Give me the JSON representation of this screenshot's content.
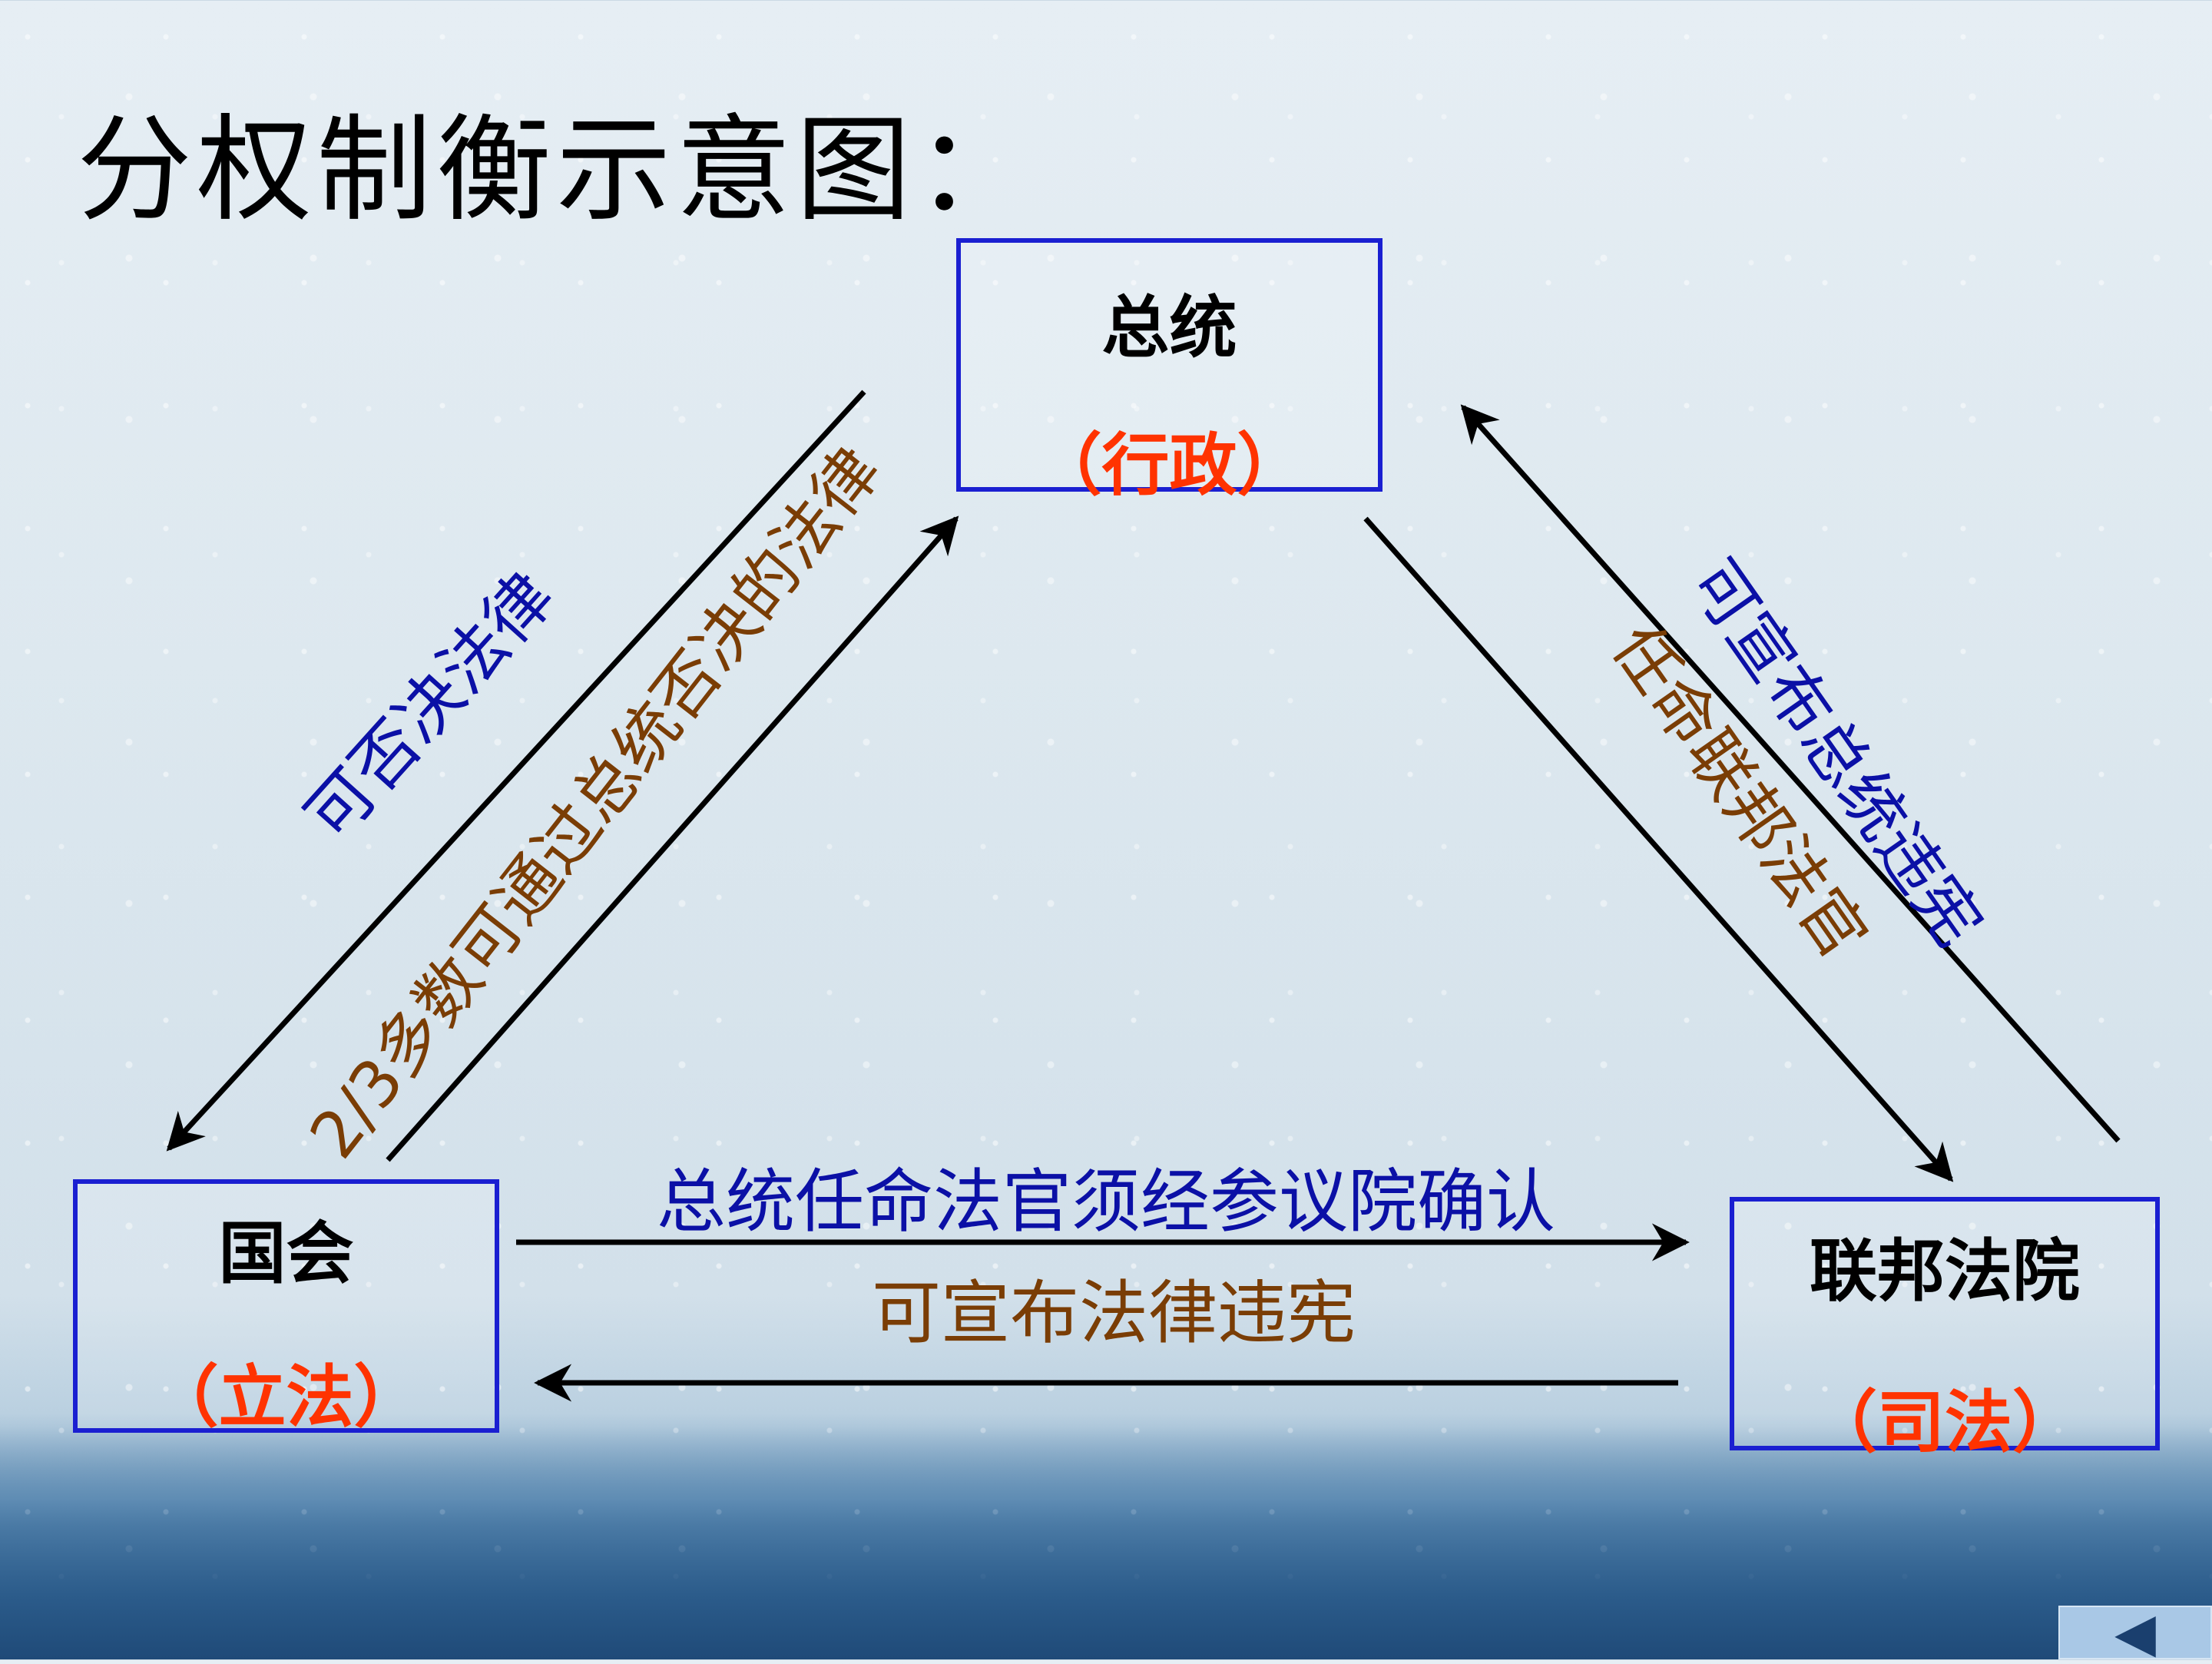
{
  "title": "分权制衡示意图：",
  "nodes": {
    "president": {
      "name": "总统",
      "role": "（行政）"
    },
    "congress": {
      "name": "国会",
      "role": "（立法）"
    },
    "court": {
      "name": "联邦法院",
      "role": "（司法）"
    }
  },
  "edges": {
    "president_to_congress": "可否决法律",
    "congress_to_president": "2/3多数可通过总统否决的法律",
    "court_to_president": "可宣布总统违宪",
    "president_to_court": "任命联邦法官",
    "congress_to_court": "总统任命法官须经参议院确认",
    "court_to_congress": "可宣布法律违宪"
  },
  "colors": {
    "box_border": "#1a1fd1",
    "role_text": "#ff3300",
    "blue_label": "#0b10a6",
    "brown_label": "#7a3d05"
  },
  "nav": {
    "back_icon": "◀"
  }
}
